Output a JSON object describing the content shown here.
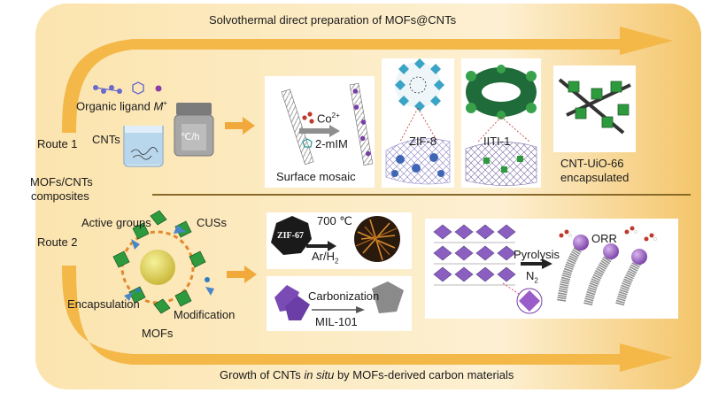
{
  "top_arrow_label": "Solvothermal direct preparation of MOFs@CNTs",
  "bottom_arrow_label_pre": "Growth of CNTs ",
  "bottom_arrow_label_em": "in situ",
  "bottom_arrow_label_post": " by MOFs-derived carbon materials",
  "route1_label": "Route 1",
  "route2_label": "Route 2",
  "center_label_line1": "MOFs/CNTs",
  "center_label_line2": "composites",
  "route1": {
    "organic_ligand": "Organic ligand",
    "metal_ion": "M",
    "metal_charge": "+",
    "cnts": "CNTs",
    "temp_time": "℃/h",
    "co_ion": "Co",
    "co_charge": "2+",
    "mim": "2-mIM",
    "surface_mosaic": "Surface mosaic",
    "zif8": "ZIF-8",
    "iiti1": "IITI-1",
    "cnt_uio66_line1": "CNT-UiO-66",
    "cnt_uio66_line2": "encapsulated"
  },
  "route2": {
    "active_groups": "Active groups",
    "cuss": "CUSs",
    "encapsulation": "Encapsulation",
    "modification": "Modification",
    "mofs": "MOFs",
    "zif67": "ZIF-67",
    "temp700": "700 ℃",
    "ar_h2": "Ar/H",
    "h2_sub": "2",
    "carbonization": "Carbonization",
    "mil101": "MIL-101",
    "pyrolysis": "Pyrolysis",
    "n2": "N",
    "n2_sub": "2",
    "orr": "ORR"
  },
  "colors": {
    "arrow_gold": "#f2b33d",
    "arrow_light": "#fbe6b4",
    "divider": "#8a6a2a",
    "mof_green": "#2e9a3e",
    "purple": "#7b4bb5",
    "cnt_gray": "#9a9a9a"
  }
}
